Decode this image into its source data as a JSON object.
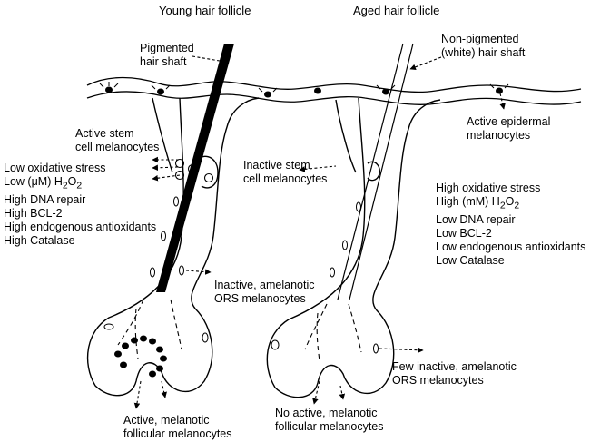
{
  "headers": {
    "young": "Young hair follicle",
    "aged": "Aged hair follicle"
  },
  "labels": {
    "pigmented_shaft": [
      "Pigmented",
      "hair shaft"
    ],
    "nonpigmented_shaft": [
      "Non-pigmented",
      "(white) hair shaft"
    ],
    "active_epidermal": [
      "Active epidermal",
      "melanocytes"
    ],
    "active_stem": [
      "Active stem",
      "cell melanocytes"
    ],
    "inactive_stem": [
      "Inactive stem",
      "cell melanocytes"
    ],
    "inactive_ors": [
      "Inactive, amelanotic",
      "ORS melanocytes"
    ],
    "few_inactive_ors": [
      "Few inactive, amelanotic",
      "ORS melanocytes"
    ],
    "active_follicular": [
      "Active, melanotic",
      "follicular melanocytes"
    ],
    "no_active_follicular": [
      "No active, melanotic",
      "follicular melanocytes"
    ]
  },
  "young_conditions": {
    "items": [
      "Low oxidative stress",
      {
        "pre": "Low (",
        "mu": "μ",
        "mid": "M) H",
        "sub1": "2",
        "mid2": "O",
        "sub2": "2"
      },
      "High DNA repair",
      "High BCL-2",
      "High endogenous antioxidants",
      "High Catalase"
    ]
  },
  "aged_conditions": {
    "items": [
      "High oxidative stress",
      {
        "pre": "High (mM) H",
        "sub1": "2",
        "mid2": "O",
        "sub2": "2"
      },
      "Low DNA repair",
      "Low BCL-2",
      "Low endogenous antioxidants",
      "Low Catalase"
    ]
  }
}
